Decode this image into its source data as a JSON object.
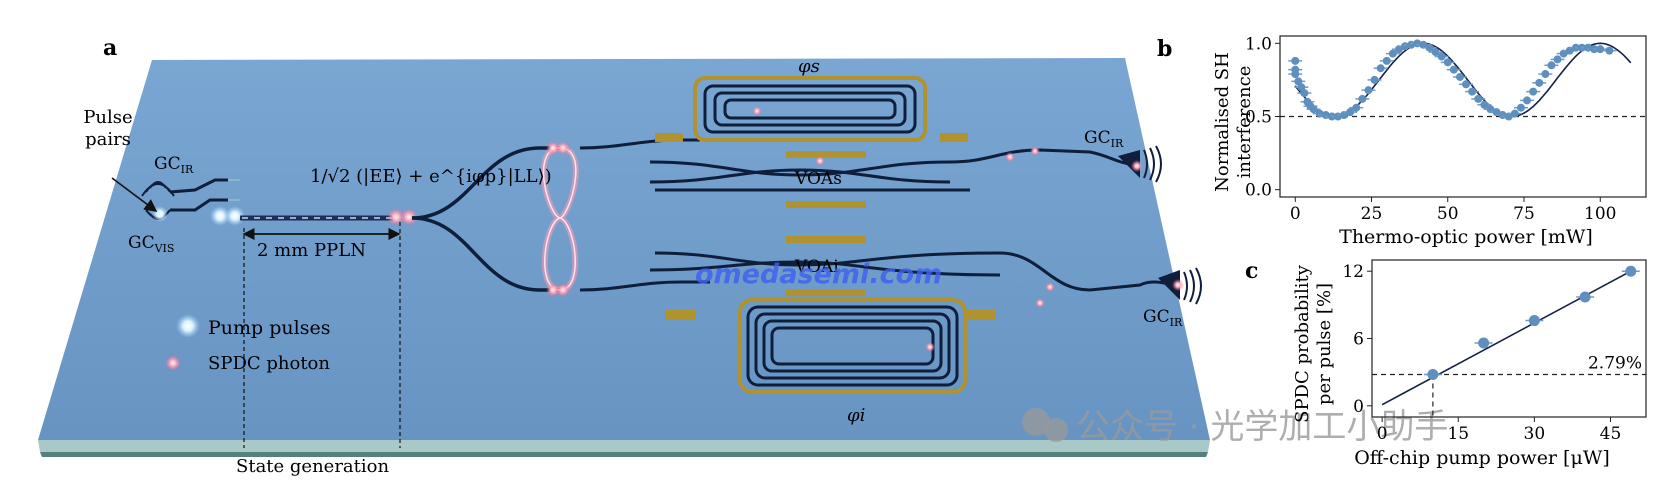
{
  "panel_a": {
    "label": "a",
    "pulse_pairs_line1": "Pulse",
    "pulse_pairs_line2": "pairs",
    "gc_ir_left": "GC",
    "gc_ir_left_sub": "IR",
    "gc_vis": "GC",
    "gc_vis_sub": "VIS",
    "state_formula": "1/√2 (|EE⟩ + e^{iφp}|LL⟩)",
    "ppln_label": "2 mm PPLN",
    "phi_s": "φs",
    "phi_i": "φi",
    "voa_s": "VOAs",
    "voa_i": "VOAi",
    "gc_ir_top_right": "GC",
    "gc_ir_top_right_sub": "IR",
    "gc_ir_bottom_right": "GC",
    "gc_ir_bottom_right_sub": "IR",
    "legend_pump": "Pump pulses",
    "legend_spdc": "SPDC photon",
    "state_generation": "State generation",
    "watermark_url": "omedasemi.com",
    "watermark_wechat": "公众号 · 光学加工小助手",
    "colors": {
      "chip": "#6e9ccc",
      "chip_edge": "#5f8bb6",
      "waveguide": "#0f1e3a",
      "gold": "#b0922e",
      "glow": "#ff6a8a"
    }
  },
  "chart_data": [
    {
      "panel": "b",
      "type": "scatter",
      "title": "",
      "xlabel": "Thermo-optic power [mW]",
      "ylabel_line1": "Normalised SH",
      "ylabel_line2": "interference",
      "xlim": [
        -5,
        115
      ],
      "ylim": [
        -0.05,
        1.05
      ],
      "xticks": [
        0,
        25,
        50,
        75,
        100
      ],
      "yticks": [
        0.0,
        0.5,
        1.0
      ],
      "xtick_labels": [
        "0",
        "25",
        "50",
        "75",
        "100"
      ],
      "ytick_labels": [
        "0.0",
        "0.5",
        "1.0"
      ],
      "reference_line_y": 0.5,
      "points": [
        {
          "x": 0,
          "y": 0.88
        },
        {
          "x": 0,
          "y": 0.82
        },
        {
          "x": 0,
          "y": 0.79
        },
        {
          "x": 1,
          "y": 0.74
        },
        {
          "x": 2,
          "y": 0.7
        },
        {
          "x": 3,
          "y": 0.66
        },
        {
          "x": 4,
          "y": 0.6
        },
        {
          "x": 5,
          "y": 0.57
        },
        {
          "x": 6,
          "y": 0.55
        },
        {
          "x": 8,
          "y": 0.52
        },
        {
          "x": 10,
          "y": 0.51
        },
        {
          "x": 12,
          "y": 0.5
        },
        {
          "x": 14,
          "y": 0.5
        },
        {
          "x": 16,
          "y": 0.51
        },
        {
          "x": 18,
          "y": 0.53
        },
        {
          "x": 20,
          "y": 0.56
        },
        {
          "x": 22,
          "y": 0.62
        },
        {
          "x": 24,
          "y": 0.68
        },
        {
          "x": 26,
          "y": 0.75
        },
        {
          "x": 28,
          "y": 0.83
        },
        {
          "x": 30,
          "y": 0.88
        },
        {
          "x": 32,
          "y": 0.93
        },
        {
          "x": 34,
          "y": 0.96
        },
        {
          "x": 36,
          "y": 0.98
        },
        {
          "x": 38,
          "y": 0.99
        },
        {
          "x": 40,
          "y": 1.0
        },
        {
          "x": 42,
          "y": 0.99
        },
        {
          "x": 44,
          "y": 0.97
        },
        {
          "x": 46,
          "y": 0.94
        },
        {
          "x": 48,
          "y": 0.91
        },
        {
          "x": 50,
          "y": 0.87
        },
        {
          "x": 52,
          "y": 0.82
        },
        {
          "x": 54,
          "y": 0.77
        },
        {
          "x": 56,
          "y": 0.72
        },
        {
          "x": 58,
          "y": 0.67
        },
        {
          "x": 60,
          "y": 0.62
        },
        {
          "x": 62,
          "y": 0.58
        },
        {
          "x": 64,
          "y": 0.55
        },
        {
          "x": 66,
          "y": 0.53
        },
        {
          "x": 68,
          "y": 0.51
        },
        {
          "x": 70,
          "y": 0.5
        },
        {
          "x": 72,
          "y": 0.52
        },
        {
          "x": 74,
          "y": 0.56
        },
        {
          "x": 76,
          "y": 0.61
        },
        {
          "x": 78,
          "y": 0.67
        },
        {
          "x": 80,
          "y": 0.73
        },
        {
          "x": 82,
          "y": 0.79
        },
        {
          "x": 84,
          "y": 0.85
        },
        {
          "x": 86,
          "y": 0.89
        },
        {
          "x": 88,
          "y": 0.93
        },
        {
          "x": 90,
          "y": 0.95
        },
        {
          "x": 92,
          "y": 0.97
        },
        {
          "x": 94,
          "y": 0.97
        },
        {
          "x": 96,
          "y": 0.97
        },
        {
          "x": 98,
          "y": 0.96
        },
        {
          "x": 100,
          "y": 0.96
        },
        {
          "x": 103,
          "y": 0.95
        }
      ],
      "fit_curve": {
        "type": "cosine",
        "period_mW": 58,
        "peak_x": 42
      }
    },
    {
      "panel": "c",
      "type": "scatter",
      "title": "",
      "xlabel": "Off-chip pump power [μW]",
      "ylabel_line1": "SPDC probability",
      "ylabel_line2": "per pulse [%]",
      "xlim": [
        -2,
        52
      ],
      "ylim": [
        -1,
        13
      ],
      "xticks": [
        0,
        15,
        30,
        45
      ],
      "yticks": [
        0,
        6,
        12
      ],
      "xtick_labels": [
        "0",
        "15",
        "30",
        "45"
      ],
      "ytick_labels": [
        "0",
        "6",
        "12"
      ],
      "reference_line_y": 2.79,
      "reference_label": "2.79%",
      "points": [
        {
          "x": 10,
          "y": 2.79
        },
        {
          "x": 20,
          "y": 5.6
        },
        {
          "x": 30,
          "y": 7.6
        },
        {
          "x": 40,
          "y": 9.7
        },
        {
          "x": 49,
          "y": 12.0
        }
      ],
      "fit_line": [
        [
          0,
          0.1
        ],
        [
          49,
          12.0
        ]
      ]
    }
  ],
  "panel_labels": {
    "b": "b",
    "c": "c"
  }
}
